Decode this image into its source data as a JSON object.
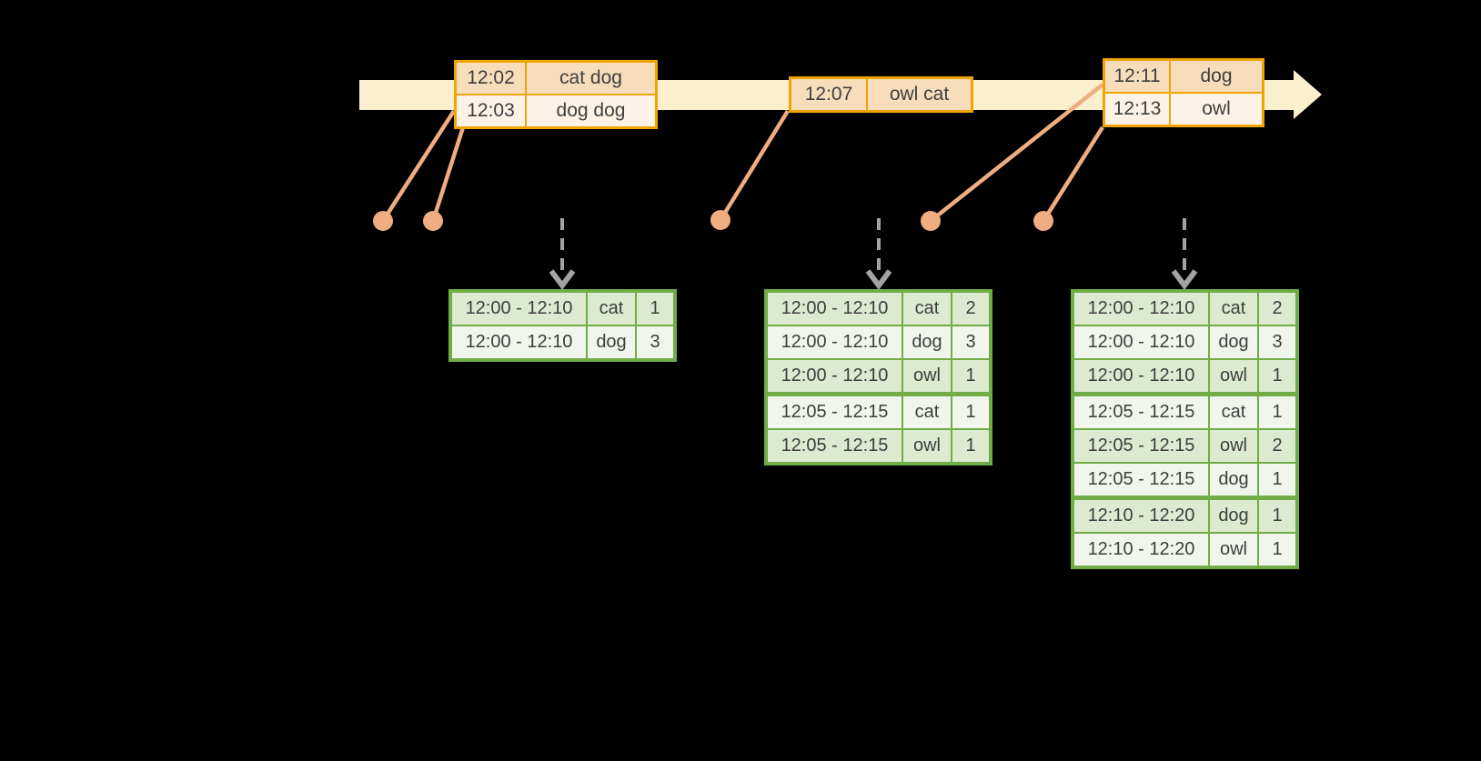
{
  "colors": {
    "background": "#000000",
    "band": "#FBF0CD",
    "event_border": "#F0A402",
    "event_row_dark": "#F8DDBC",
    "event_row_light": "#FCF3E6",
    "connector": "#F0AD81",
    "trigger_arrow": "#A3A3A3",
    "result_border": "#70AD47",
    "result_row_dark": "#DCEACF",
    "result_row_light": "#F1F6EC",
    "text": "#3E3E3E"
  },
  "icons": {
    "timeline_arrow": "right-arrow",
    "trigger_arrow": "dashed-down-arrow",
    "event_marker": "dot"
  },
  "timeline": {
    "event_tables": [
      {
        "rows": [
          {
            "time": "12:02",
            "words": "cat dog"
          },
          {
            "time": "12:03",
            "words": "dog dog"
          }
        ]
      },
      {
        "rows": [
          {
            "time": "12:07",
            "words": "owl cat"
          }
        ]
      },
      {
        "rows": [
          {
            "time": "12:11",
            "words": "dog"
          },
          {
            "time": "12:13",
            "words": "owl"
          }
        ]
      }
    ]
  },
  "result_tables": [
    {
      "rows": [
        [
          "12:00 - 12:10",
          "cat",
          "1"
        ],
        [
          "12:00 - 12:10",
          "dog",
          "3"
        ]
      ]
    },
    {
      "rows": [
        [
          "12:00 - 12:10",
          "cat",
          "2"
        ],
        [
          "12:00 - 12:10",
          "dog",
          "3"
        ],
        [
          "12:00 - 12:10",
          "owl",
          "1"
        ],
        [
          "12:05 - 12:15",
          "cat",
          "1"
        ],
        [
          "12:05 - 12:15",
          "owl",
          "1"
        ]
      ]
    },
    {
      "rows": [
        [
          "12:00 - 12:10",
          "cat",
          "2"
        ],
        [
          "12:00 - 12:10",
          "dog",
          "3"
        ],
        [
          "12:00 - 12:10",
          "owl",
          "1"
        ],
        [
          "12:05 - 12:15",
          "cat",
          "1"
        ],
        [
          "12:05 - 12:15",
          "owl",
          "2"
        ],
        [
          "12:05 - 12:15",
          "dog",
          "1"
        ],
        [
          "12:10 - 12:20",
          "dog",
          "1"
        ],
        [
          "12:10 - 12:20",
          "owl",
          "1"
        ]
      ]
    }
  ]
}
